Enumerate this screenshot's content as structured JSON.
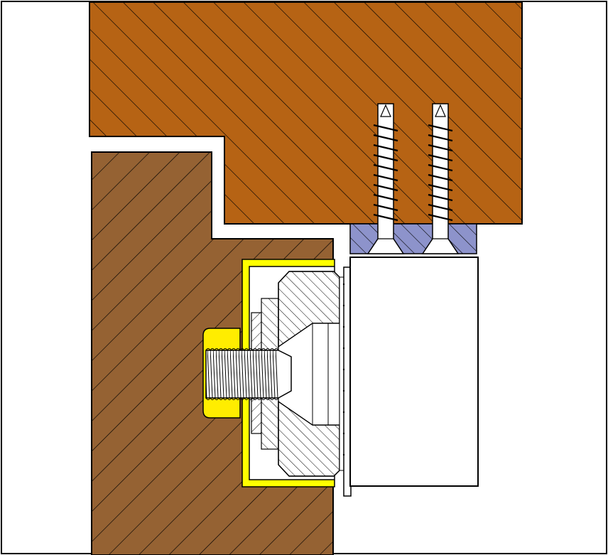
{
  "diagram": {
    "kind": "cross-section",
    "labels": [],
    "colors": {
      "frame_wood": "#b66314",
      "sash_wood": "#956233",
      "hinge_plate": "#8d93cb",
      "sleeve": "#ffed00",
      "yellow_ring": "#ffff00",
      "hardware": "#ffffff",
      "outline": "#000000",
      "background": "#ffffff"
    },
    "parts": [
      {
        "id": "frame",
        "name": "frame-wood"
      },
      {
        "id": "sash",
        "name": "sash-wood"
      },
      {
        "id": "hinge-plate",
        "name": "hinge-plate"
      },
      {
        "id": "hinge-body",
        "name": "hinge-body"
      },
      {
        "id": "screw-left",
        "name": "wood-screw"
      },
      {
        "id": "screw-right",
        "name": "wood-screw"
      },
      {
        "id": "bolt",
        "name": "threaded-bolt"
      },
      {
        "id": "sleeve",
        "name": "threaded-sleeve"
      },
      {
        "id": "housing",
        "name": "adjustment-housing"
      }
    ]
  }
}
